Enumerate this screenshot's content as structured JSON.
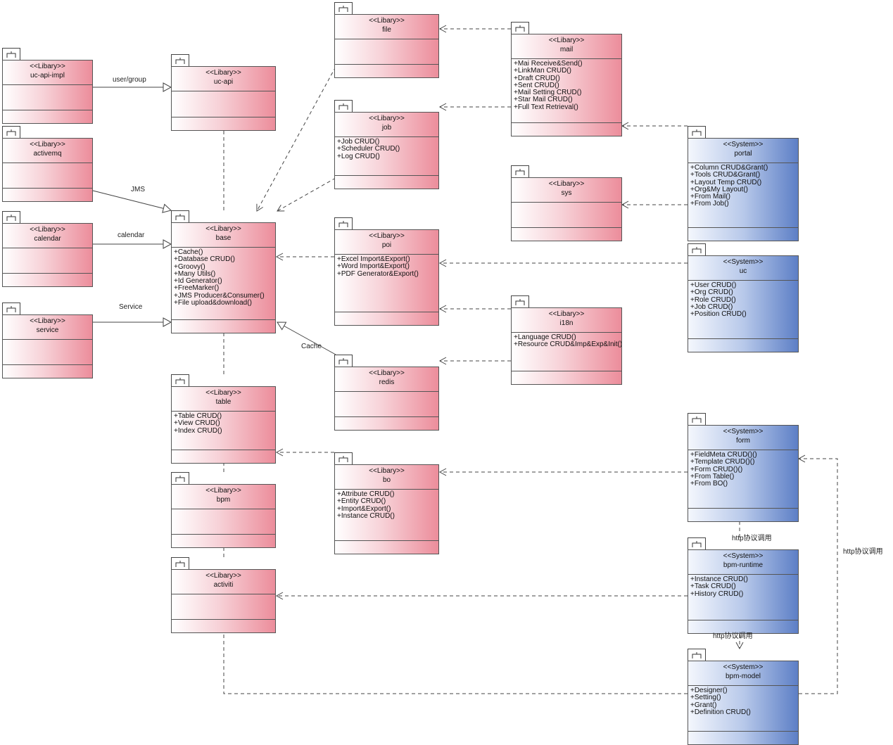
{
  "colors": {
    "library_fill_start": "#ffffff",
    "library_fill_end": "#ec8d9b",
    "system_fill_start": "#f4f7fd",
    "system_fill_end": "#5d7fc6",
    "line": "#444444"
  },
  "packages": {
    "uc_api_impl": {
      "stereotype": "<<Libary>>",
      "name": "uc-api-impl",
      "operations": []
    },
    "activemq": {
      "stereotype": "<<Libary>>",
      "name": "activemq",
      "operations": []
    },
    "calendar": {
      "stereotype": "<<Libary>>",
      "name": "calendar",
      "operations": []
    },
    "service": {
      "stereotype": "<<Libary>>",
      "name": "service",
      "operations": []
    },
    "uc_api": {
      "stereotype": "<<Libary>>",
      "name": "uc-api",
      "operations": []
    },
    "base": {
      "stereotype": "<<Libary>>",
      "name": "base",
      "operations": [
        "+Cache()",
        "+Database CRUD()",
        "+Groovy()",
        "+Many Utils()",
        "+Id Generator()",
        "+FreeMarker()",
        "+JMS Producer&Consumer()",
        "+File upload&download()"
      ]
    },
    "table": {
      "stereotype": "<<Libary>>",
      "name": "table",
      "operations": [
        "+Table CRUD()",
        "+View CRUD()",
        "+Index CRUD()"
      ]
    },
    "bpm": {
      "stereotype": "<<Libary>>",
      "name": "bpm",
      "operations": []
    },
    "activiti": {
      "stereotype": "<<Libary>>",
      "name": "activiti",
      "operations": []
    },
    "file": {
      "stereotype": "<<Libary>>",
      "name": "file",
      "operations": []
    },
    "job": {
      "stereotype": "<<Libary>>",
      "name": "job",
      "operations": [
        "+Job CRUD()",
        "+Scheduler CRUD()",
        "+Log CRUD()"
      ]
    },
    "poi": {
      "stereotype": "<<Libary>>",
      "name": "poi",
      "operations": [
        "+Excel Import&Export()",
        "+Word Import&Export()",
        "+PDF Generator&Export()"
      ]
    },
    "redis": {
      "stereotype": "<<Libary>>",
      "name": "redis",
      "operations": []
    },
    "bo": {
      "stereotype": "<<Libary>>",
      "name": "bo",
      "operations": [
        "+Attribute CRUD()",
        "+Entity CRUD()",
        "+Import&Export()",
        "+Instance CRUD()"
      ]
    },
    "mail": {
      "stereotype": "<<Libary>>",
      "name": "mail",
      "operations": [
        "+Mai Receive&Send()",
        "+LinkMan CRUD()",
        "+Draft CRUD()",
        "+Sent CRUD()",
        "+Mail Setting CRUD()",
        "+Star Mail CRUD()",
        "+Full Text Retrieval()"
      ]
    },
    "sys": {
      "stereotype": "<<Libary>>",
      "name": "sys",
      "operations": []
    },
    "i18n": {
      "stereotype": "<<Libary>>",
      "name": "i18n",
      "operations": [
        "+Language CRUD()",
        "+Resource CRUD&Imp&Exp&Init()"
      ]
    },
    "portal": {
      "stereotype": "<<System>>",
      "name": "portal",
      "operations": [
        "+Column CRUD&Grant()",
        "+Tools CRUD&Grant()",
        "+Layout Temp CRUD()",
        "+Org&My Layout()",
        "+From Mail()",
        "+From Job()"
      ]
    },
    "uc": {
      "stereotype": "<<System>>",
      "name": "uc",
      "operations": [
        "+User CRUD()",
        "+Org CRUD()",
        "+Role CRUD()",
        "+Job CRUD()",
        "+Position CRUD()"
      ]
    },
    "form": {
      "stereotype": "<<System>>",
      "name": "form",
      "operations": [
        "+FieldMeta CRUD()()",
        "+Template CRUD()()",
        "+Form CRUD()()",
        "+From Table()",
        "+From BO()"
      ]
    },
    "bpm_runtime": {
      "stereotype": "<<System>>",
      "name": "bpm-runtime",
      "operations": [
        "+Instance CRUD()",
        "+Task CRUD()",
        "+History CRUD()"
      ]
    },
    "bpm_model": {
      "stereotype": "<<System>>",
      "name": "bpm-model",
      "operations": [
        "+Designer()",
        "+Setting()",
        "+Grant()",
        "+Definition CRUD()"
      ]
    }
  },
  "connector_labels": {
    "user_group": "user/group",
    "jms": "JMS",
    "calendar": "calendar",
    "service": "Service",
    "cache": "Cache",
    "http_runtime_form": "http协议调用",
    "http_runtime_model": "http协议调用",
    "http_model_form": "http协议调用"
  }
}
